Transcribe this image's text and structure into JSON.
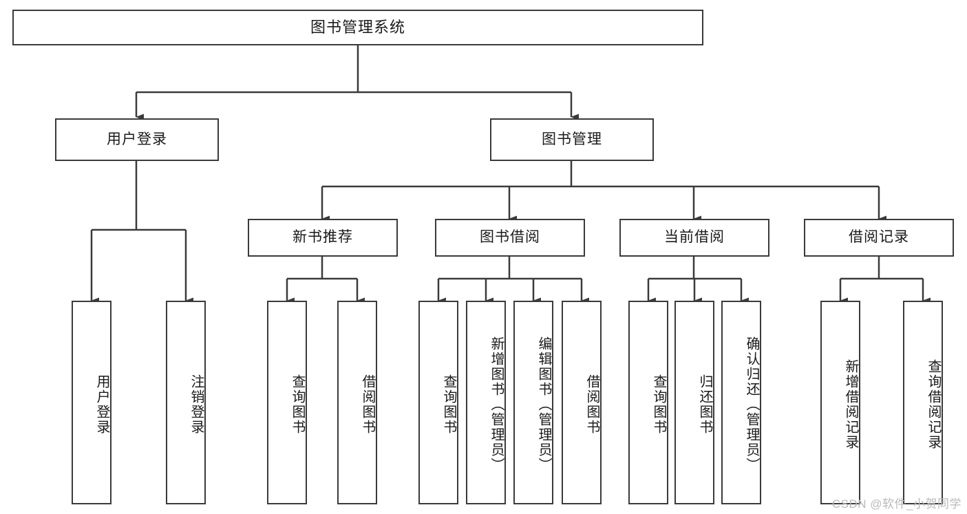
{
  "diagram": {
    "title": "图书管理系统",
    "type": "tree-hierarchy",
    "watermark": "CSDN @软件_小贺同学",
    "colors": {
      "box_border": "#3a3a3a",
      "box_fill": "#ffffff",
      "line": "#3a3a3a",
      "text": "#1a1a1a",
      "watermark": "#b9b9b9"
    },
    "root": {
      "label": "图书管理系统"
    },
    "level2": [
      {
        "label": "用户登录"
      },
      {
        "label": "图书管理"
      }
    ],
    "level3": [
      {
        "label": "新书推荐"
      },
      {
        "label": "图书借阅"
      },
      {
        "label": "当前借阅"
      },
      {
        "label": "借阅记录"
      }
    ],
    "leaves": {
      "user_login": [
        {
          "label": "用户登录"
        },
        {
          "label": "注销登录"
        }
      ],
      "new_book_recommend": [
        {
          "label": "查询图书"
        },
        {
          "label": "借阅图书"
        }
      ],
      "book_borrow": [
        {
          "label": "查询图书"
        },
        {
          "label": "新增图书（管理员）"
        },
        {
          "label": "编辑图书（管理员）"
        },
        {
          "label": "借阅图书"
        }
      ],
      "current_borrow": [
        {
          "label": "查询图书"
        },
        {
          "label": "归还图书"
        },
        {
          "label": "确认归还（管理员）"
        }
      ],
      "borrow_record": [
        {
          "label": "新增借阅记录"
        },
        {
          "label": "查询借阅记录"
        }
      ]
    }
  }
}
